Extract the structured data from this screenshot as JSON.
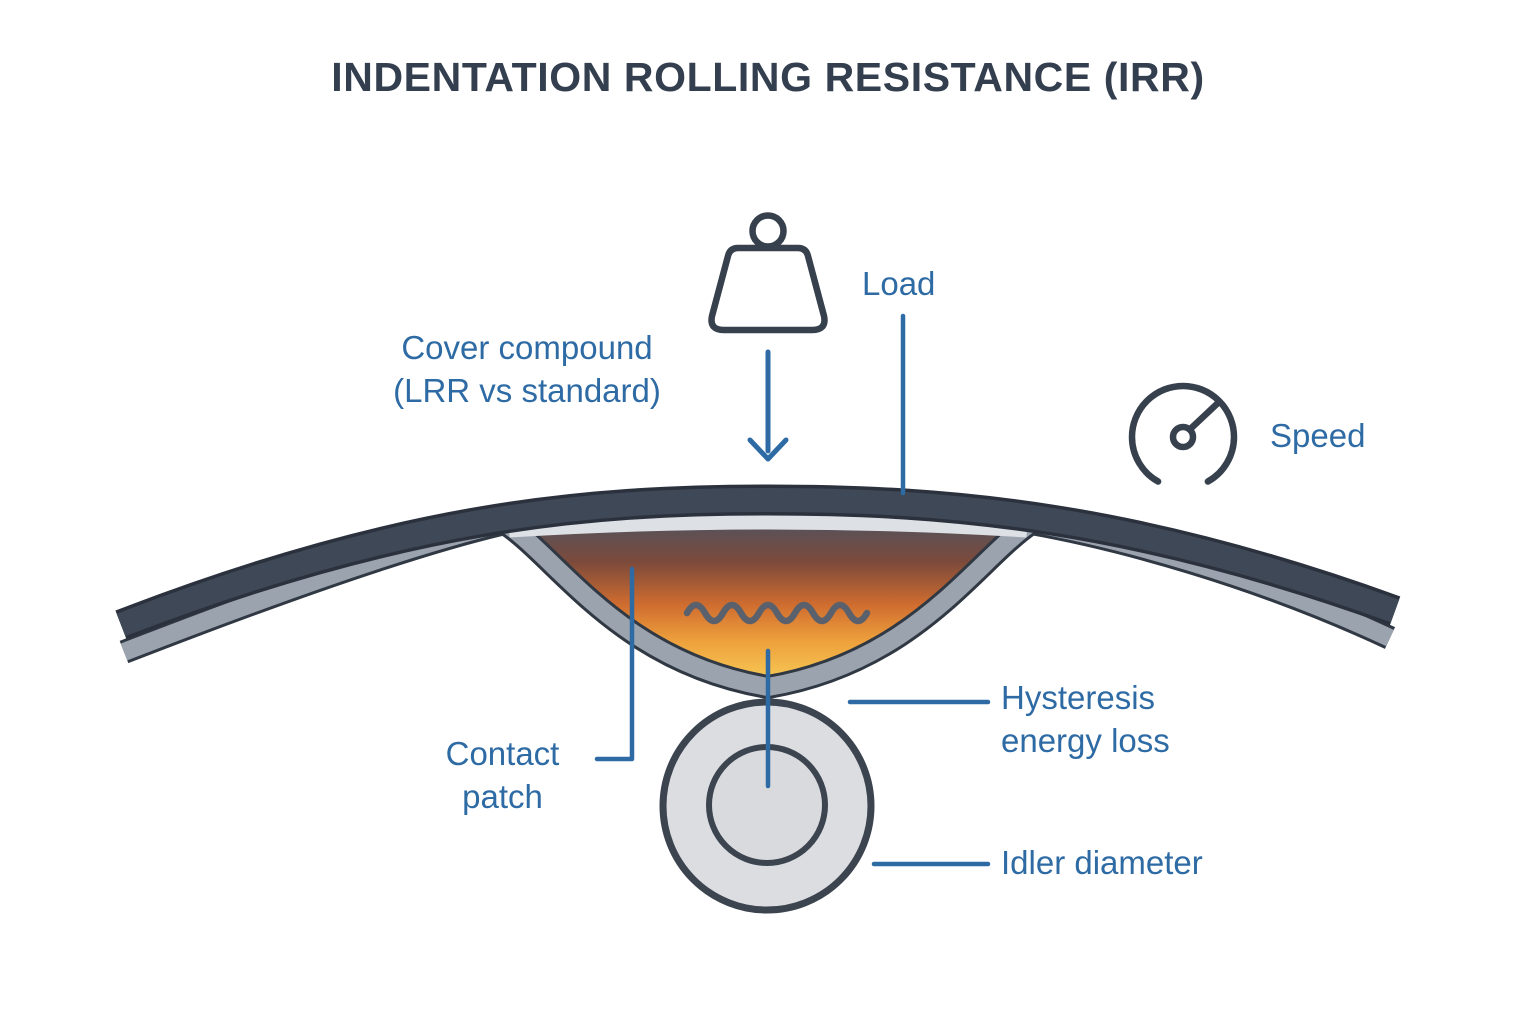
{
  "title": "INDENTATION ROLLING RESISTANCE (IRR)",
  "labels": {
    "load": "Load",
    "cover_line1": "Cover compound",
    "cover_line2": "(LRR vs standard)",
    "speed": "Speed",
    "contact_line1": "Contact",
    "contact_line2": "patch",
    "hysteresis_line1": "Hysteresis",
    "hysteresis_line2": "energy loss",
    "idler": "Idler diameter"
  },
  "icons": [
    {
      "name": "weight-icon",
      "meaning": "load weight on belt"
    },
    {
      "name": "down-arrow-icon",
      "meaning": "direction of applied load"
    },
    {
      "name": "speedometer-icon",
      "meaning": "belt speed"
    },
    {
      "name": "heat-wave-icon",
      "meaning": "hysteresis heat generated in cover rubber"
    }
  ],
  "colors": {
    "background": "#ffffff",
    "title-text": "#333e4e",
    "label-text": "#2e6ba4",
    "leader-line": "#2e6ba4",
    "belt-dark": "#3f4857",
    "belt-outline": "#2b323e",
    "belt-gray": "#9ba3ae",
    "belt-gray-outline": "#303843",
    "cover-band": "#dde0e4",
    "squiggle": "#5a616c",
    "idler-fill": "#dbdde1",
    "idler-inner-fill": "#d8dadd",
    "idler-stroke": "#3c4450",
    "icon-stroke": "#37404d",
    "heat-top": "#4e5462",
    "heat-warm": "#7c4a3b",
    "heat-mid": "#cf6c2f",
    "heat-orange": "#eea13c",
    "heat-bottom": "#f8ce58"
  }
}
